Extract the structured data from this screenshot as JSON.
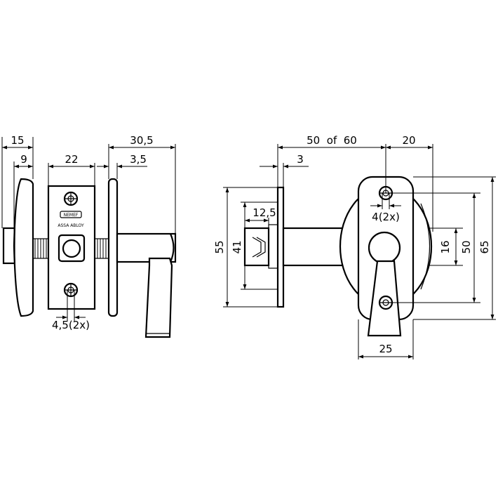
{
  "left_view": {
    "dim_15": "15",
    "dim_9": "9",
    "dim_22": "22",
    "dim_30_5": "30,5",
    "dim_3_5": "3,5",
    "dim_hole": "4,5(2x)",
    "logo_brand": "NEMEF",
    "logo_sub": "ASSA ABLOY"
  },
  "right_view": {
    "dim_50_60": "50  of  60",
    "dim_20": "20",
    "dim_3": "3",
    "dim_12_5": "12,5",
    "dim_55": "55",
    "dim_41": "41",
    "dim_hole": "4(2x)",
    "dim_16": "16",
    "dim_50": "50",
    "dim_65": "65",
    "dim_25": "25"
  }
}
